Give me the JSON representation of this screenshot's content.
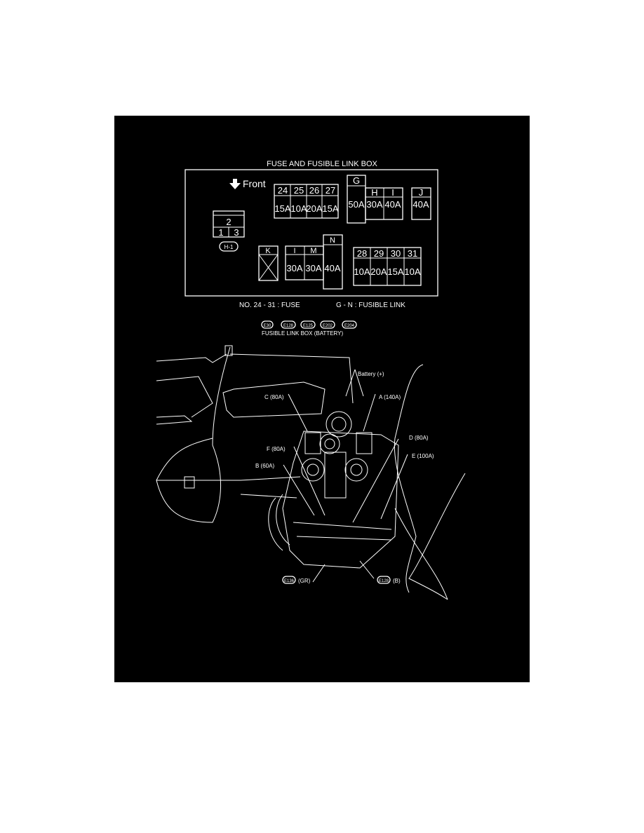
{
  "diagram": {
    "title": "FUSE AND FUSIBLE LINK BOX",
    "front_label": "Front",
    "fuses_top": [
      {
        "no": "24",
        "amp": "15A"
      },
      {
        "no": "25",
        "amp": "10A"
      },
      {
        "no": "26",
        "amp": "20A"
      },
      {
        "no": "27",
        "amp": "15A"
      }
    ],
    "links_top": [
      {
        "id": "G",
        "amp": "50A"
      },
      {
        "id": "H",
        "amp": "30A"
      },
      {
        "id": "I",
        "amp": "40A"
      },
      {
        "id": "J",
        "amp": "40A"
      }
    ],
    "connector": {
      "top": "2",
      "left": "1",
      "right": "3",
      "id": "H-1"
    },
    "links_bottom": [
      {
        "id": "K",
        "amp": ""
      },
      {
        "id": "I",
        "amp": "30A"
      },
      {
        "id": "M",
        "amp": "30A"
      },
      {
        "id": "N",
        "amp": "40A"
      }
    ],
    "fuses_bottom": [
      {
        "no": "28",
        "amp": "10A"
      },
      {
        "no": "29",
        "amp": "20A"
      },
      {
        "no": "30",
        "amp": "15A"
      },
      {
        "no": "31",
        "amp": "10A"
      }
    ],
    "legend_fuse": "NO. 24 - 31 : FUSE",
    "legend_link": "G - N : FUSIBLE LINK",
    "connectors": [
      "E30",
      "E128",
      "E125",
      "E202",
      "E204"
    ],
    "connector_caption": "FUSIBLE LINK BOX (BATTERY)",
    "callouts": {
      "battery": "Battery (+)",
      "c": "C (80A)",
      "a": "A (140A)",
      "d": "D (80A)",
      "f": "F (80A)",
      "e": "E (100A)",
      "b": "B (60A)",
      "e136_id": "E136",
      "e136_color": "(GR)",
      "e128_id": "E128",
      "e128_color": "(B)"
    }
  }
}
